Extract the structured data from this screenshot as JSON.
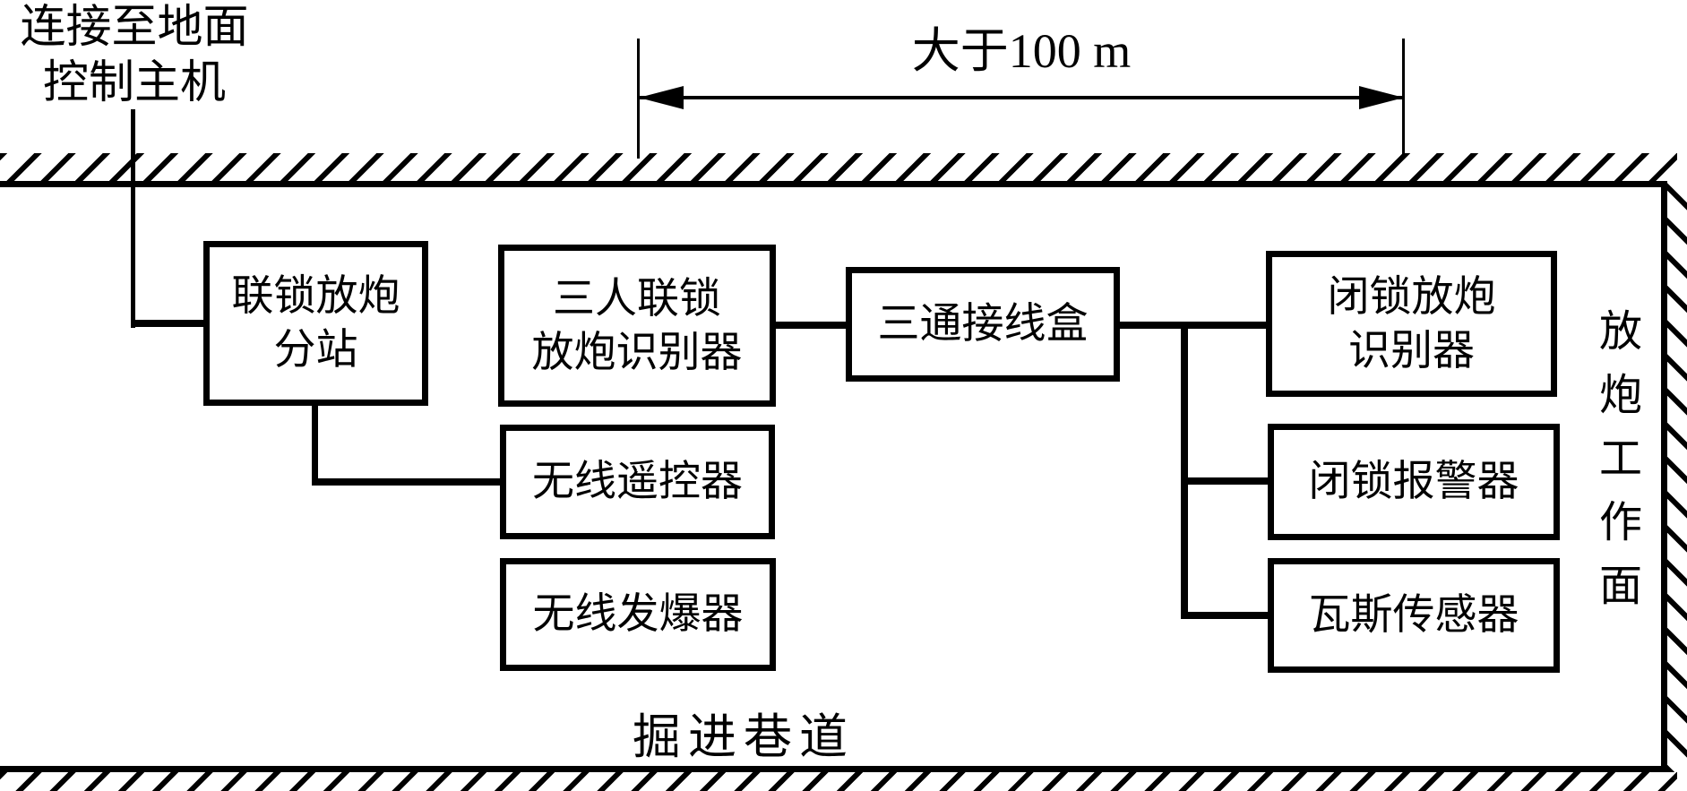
{
  "page": {
    "background_color": "#ffffff",
    "line_color": "#000000"
  },
  "annotations": {
    "surface_link_line1": "连接至地面",
    "surface_link_line2": "控制主机",
    "distance_label": "大于100 m",
    "tunnel_label": "掘进巷道",
    "work_face_label": "放炮工作面"
  },
  "boxes": {
    "interlock_substation": {
      "line1": "联锁放炮",
      "line2": "分站"
    },
    "three_person_identifier": {
      "line1": "三人联锁",
      "line2": "放炮识别器"
    },
    "tee_junction": {
      "line1": "三通接线盒"
    },
    "lockout_identifier": {
      "line1": "闭锁放炮",
      "line2": "识别器"
    },
    "lockout_alarm": {
      "line1": "闭锁报警器"
    },
    "gas_sensor": {
      "line1": "瓦斯传感器"
    },
    "wireless_remote": {
      "line1": "无线遥控器"
    },
    "wireless_detonator": {
      "line1": "无线发爆器"
    }
  }
}
